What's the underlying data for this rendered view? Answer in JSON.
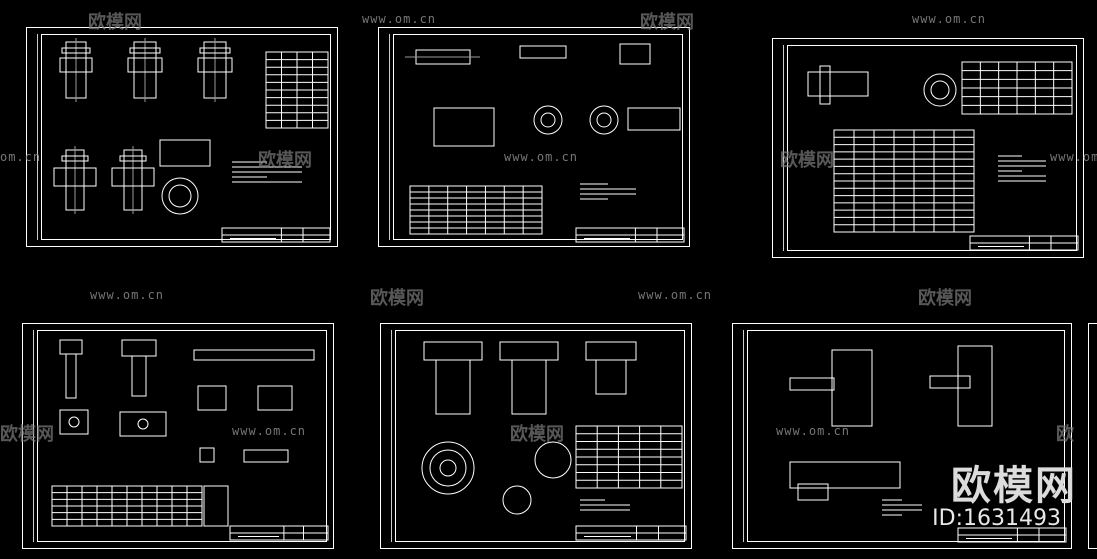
{
  "watermarks": {
    "site": "www.om.cn",
    "brand_cn": "欧模网",
    "site_partial": "om.cn",
    "brand_partial_left": "欧模网",
    "brand_partial_right": "欧"
  },
  "brand": {
    "logo_text": "欧模网",
    "id_text": "ID:1631493"
  },
  "colors": {
    "background": "#000000",
    "linework": "#ffffff",
    "watermark": "#8a8a8a"
  }
}
